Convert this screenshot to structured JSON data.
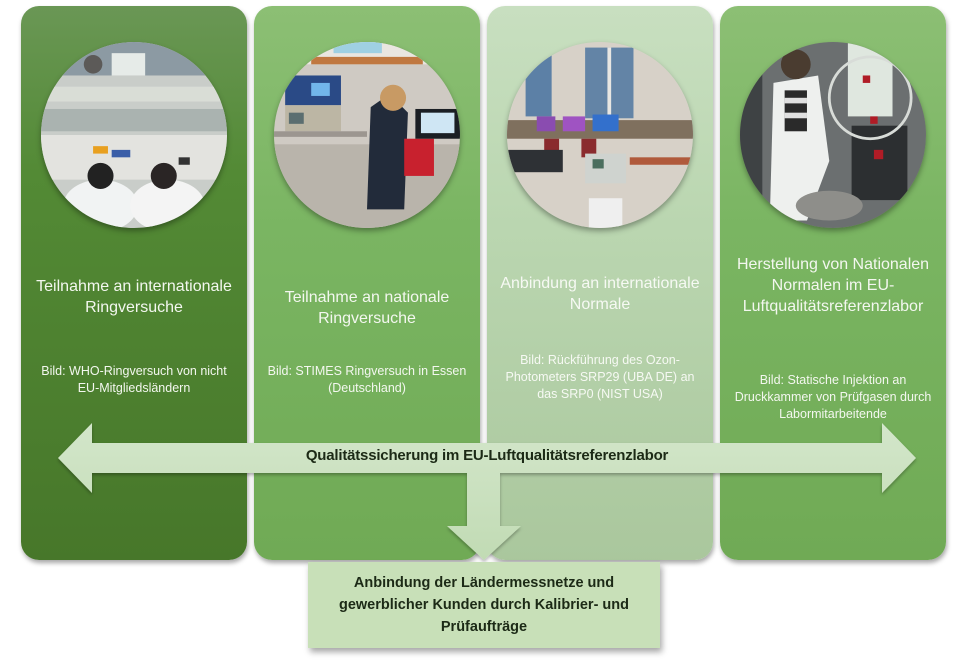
{
  "colors": {
    "card1": "#538a35",
    "card2": "#7ab562",
    "card3": "#bad6b0",
    "card4": "#7ab562",
    "arrow": "#c8dfbc",
    "bottom_box": "#c8e0b8"
  },
  "cards": [
    {
      "title": "Teilnahme an internationale Ringversuche",
      "caption": "Bild: WHO-Ringversuch von nicht EU-Mitgliedsländern",
      "photo": "lab-photo-international-ring-test"
    },
    {
      "title": "Teilnahme an nationale Ringversuche",
      "caption": "Bild: STIMES Ringversuch in Essen (Deutschland)",
      "photo": "lab-photo-national-ring-test"
    },
    {
      "title": "Anbindung an internationale Normale",
      "caption": "Bild: Rückführung des Ozon-Photometers SRP29 (UBA DE) an das SRP0 (NIST USA)",
      "photo": "lab-photo-ozone-photometer"
    },
    {
      "title": "Herstellung von Nationalen Normalen im EU-Luftqualitätsreferenzlabor",
      "caption": "Bild: Statische Injektion an Druckkammer von Prüfgasen durch Labormitarbeitende",
      "photo": "lab-photo-static-injection"
    }
  ],
  "arrow": {
    "label": "Qualitätssicherung im EU-Luftqualitätsreferenzlabor"
  },
  "bottom_box": {
    "text": "Anbindung der Ländermessnetze und gewerblicher Kunden durch Kalibrier- und Prüfaufträge"
  }
}
